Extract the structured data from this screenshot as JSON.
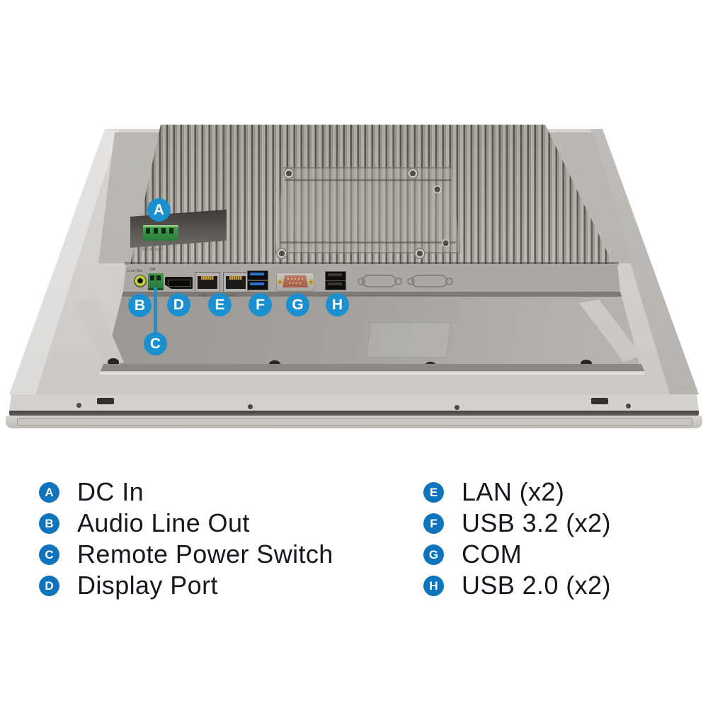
{
  "colors": {
    "device_badge_blue": "#1b90d0",
    "legend_badge_blue": "#0e74bd",
    "legend_text": "#17171f",
    "connector_line_blue": "#1b90d0"
  },
  "device": {
    "description": "rear view of industrial panel PC with finned heatsink and port callouts",
    "markers": [
      "A",
      "B",
      "C",
      "D",
      "E",
      "F",
      "G",
      "H"
    ],
    "printed_labels": {
      "audio_jack": "Line-Out",
      "power_switch": "SW",
      "lan1": "LAN1",
      "lan2": "LAN2",
      "dc_input": "DC 9~36V"
    }
  },
  "legend": {
    "columns": [
      {
        "items": [
          {
            "letter": "A",
            "label": "DC In"
          },
          {
            "letter": "B",
            "label": "Audio Line Out"
          },
          {
            "letter": "C",
            "label": "Remote Power Switch"
          },
          {
            "letter": "D",
            "label": "Display Port"
          }
        ]
      },
      {
        "items": [
          {
            "letter": "E",
            "label": "LAN (x2)"
          },
          {
            "letter": "F",
            "label": "USB 3.2 (x2)"
          },
          {
            "letter": "G",
            "label": "COM"
          },
          {
            "letter": "H",
            "label": "USB 2.0 (x2)"
          }
        ]
      }
    ]
  }
}
